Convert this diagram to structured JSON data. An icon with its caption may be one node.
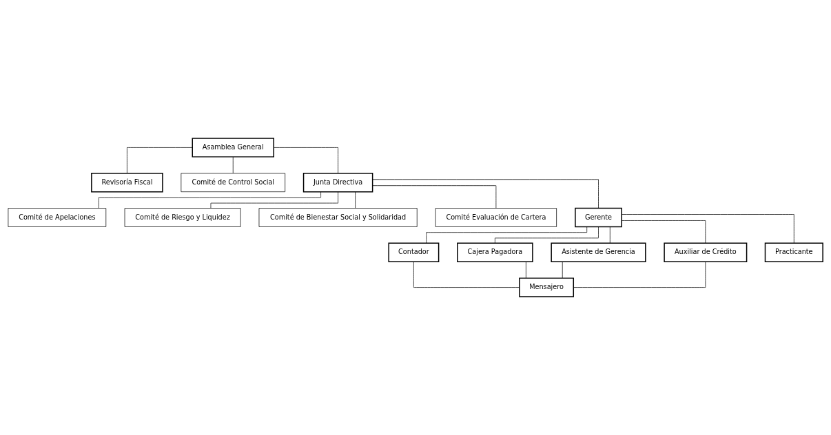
{
  "diagram": {
    "nodes": [
      {
        "text": [
          "Asamblea General"
        ]
      },
      {
        "text": [
          "Revisoría Fiscal"
        ]
      },
      {
        "text": [
          "Comité de Control Social"
        ]
      },
      {
        "text": [
          "Junta Directiva"
        ]
      },
      {
        "text": [
          "Comité de Apelaciones"
        ]
      },
      {
        "text": [
          "Comité de Riesgo y Liquidez"
        ]
      },
      {
        "text": [
          "Comité de Bienestar Social y Solidaridad"
        ]
      },
      {
        "text": [
          "Comité Evaluación de Cartera"
        ]
      },
      {
        "text": [
          "Gerente"
        ]
      },
      {
        "text": [
          "Contador"
        ]
      },
      {
        "text": [
          "Cajera Pagadora"
        ]
      },
      {
        "text": [
          "Asistente de Gerencia"
        ]
      },
      {
        "text": [
          "Auxiliar de Crédito"
        ]
      },
      {
        "text": [
          "Practicante"
        ]
      },
      {
        "text": [
          "Mensajero"
        ]
      }
    ],
    "edges": [
      {
        "from": 0,
        "to": 1,
        "arrow": "none"
      },
      {
        "from": 0,
        "to": 2,
        "arrow": "none"
      },
      {
        "from": 0,
        "to": 3,
        "arrow": "none"
      },
      {
        "from": 3,
        "to": 4,
        "arrow": "none"
      },
      {
        "from": 3,
        "to": 5,
        "arrow": "none"
      },
      {
        "from": 3,
        "to": 6,
        "arrow": "none"
      },
      {
        "from": 3,
        "to": 7,
        "arrow": "none"
      },
      {
        "from": 3,
        "to": 8,
        "arrow": "none"
      },
      {
        "from": 8,
        "to": 9,
        "arrow": "none"
      },
      {
        "from": 8,
        "to": 13,
        "arrow": "none"
      },
      {
        "from": 8,
        "to": 10,
        "arrow": "none"
      },
      {
        "from": 8,
        "to": 11,
        "arrow": "none"
      },
      {
        "from": 8,
        "to": 12,
        "arrow": "none"
      },
      {
        "from": 9,
        "to": 14,
        "arrow": "none"
      },
      {
        "from": 10,
        "to": 14,
        "arrow": "none"
      },
      {
        "from": 11,
        "to": 14,
        "arrow": "none"
      },
      {
        "from": 12,
        "to": 14,
        "arrow": "none"
      }
    ]
  }
}
